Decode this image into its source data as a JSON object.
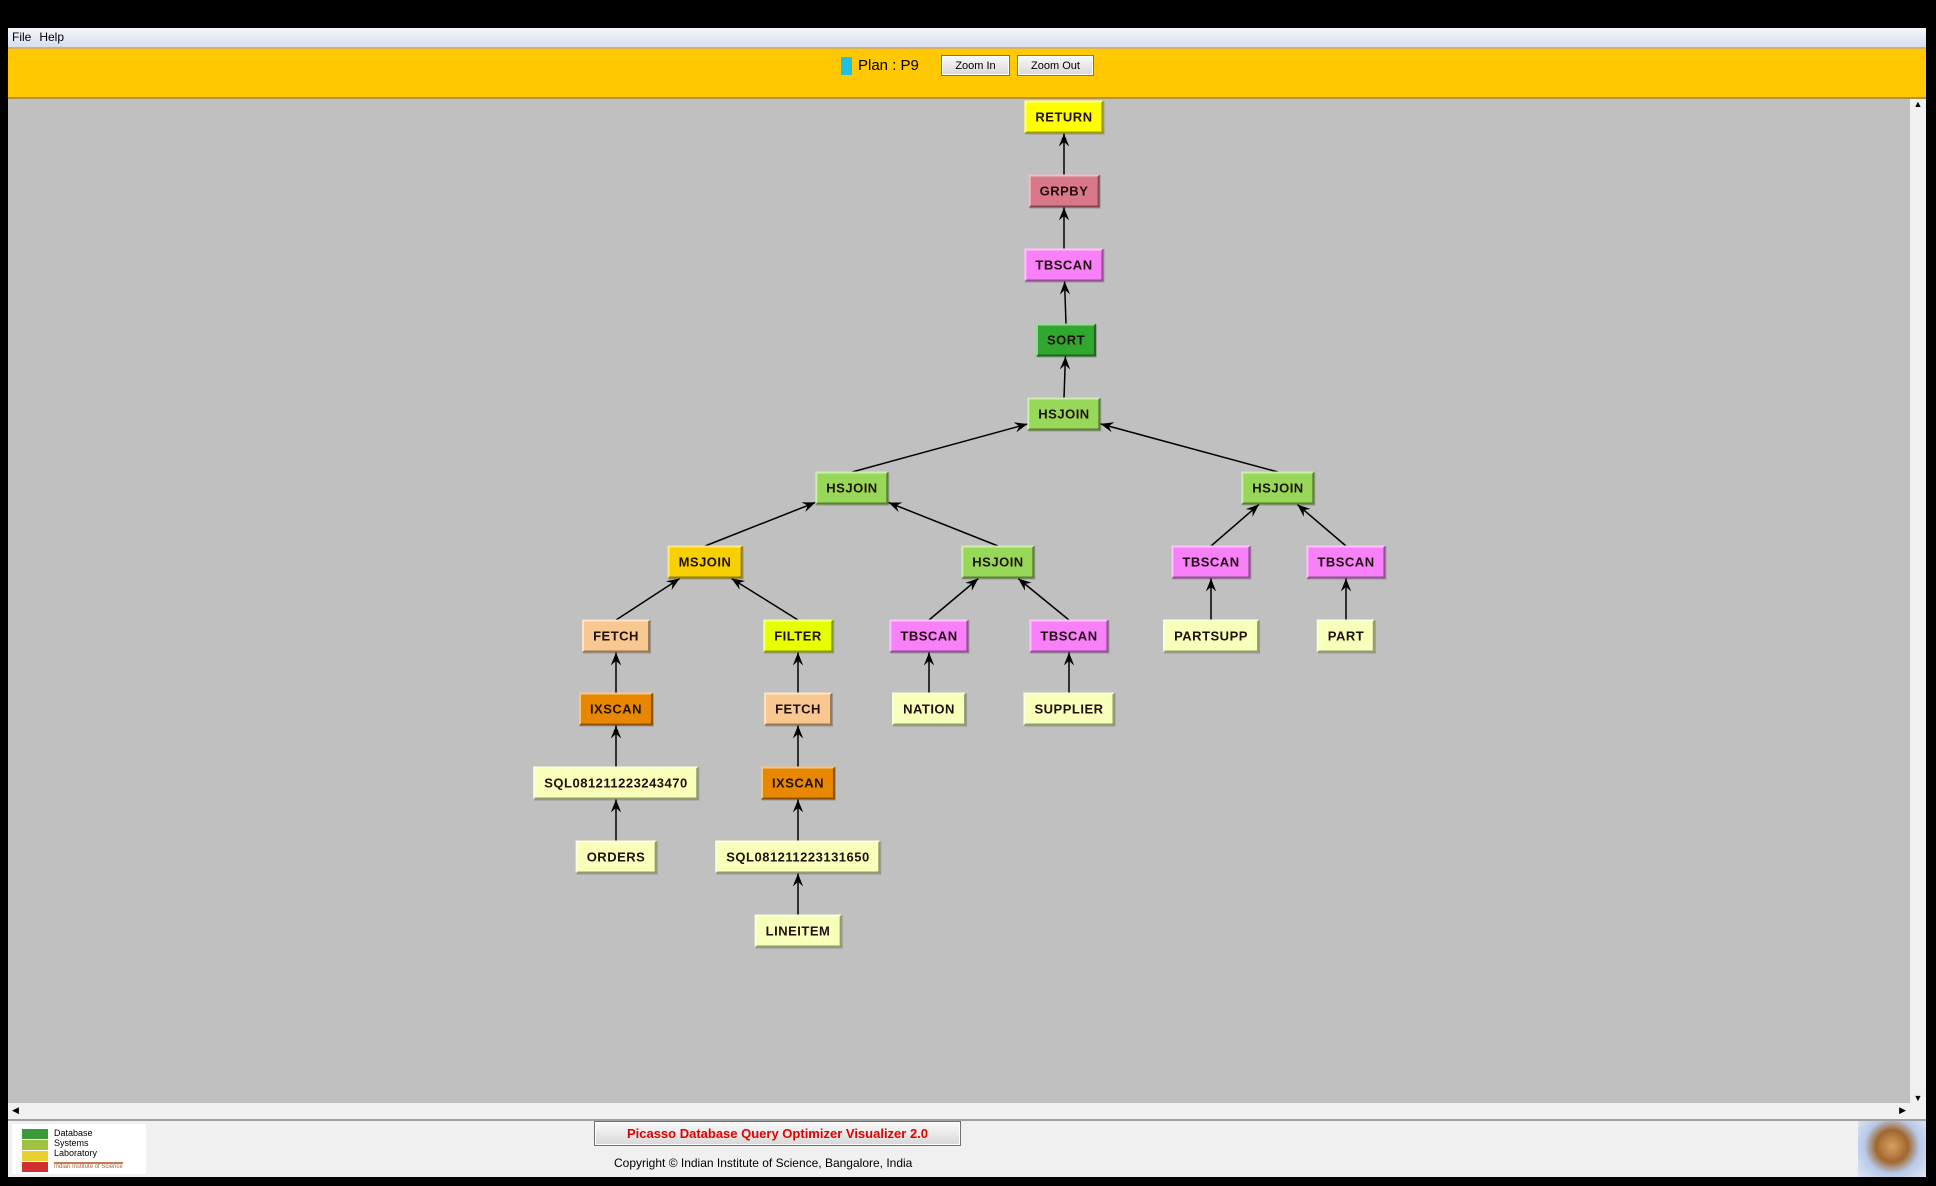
{
  "menu": [
    "File",
    "Help"
  ],
  "toolbar": {
    "plan_label": "Plan : P9",
    "zoom_in": "Zoom In",
    "zoom_out": "Zoom Out",
    "plan_color": "#20c0e0"
  },
  "colors": {
    "RETURN": "#ffff00",
    "GRPBY": "#d87888",
    "TBSCAN": "#f880f8",
    "SORT": "#30a830",
    "HSJOIN": "#98d858",
    "MSJOIN": "#f8d000",
    "FETCH": "#f8c890",
    "FILTER": "#e8ff00",
    "IXSCAN": "#e88800",
    "LEAF": "#f8ffb8"
  },
  "nodes": [
    {
      "label": "RETURN",
      "type": "RETURN",
      "parent": null
    },
    {
      "label": "GRPBY",
      "type": "GRPBY",
      "parent": 0
    },
    {
      "label": "TBSCAN",
      "type": "TBSCAN",
      "parent": 1
    },
    {
      "label": "SORT",
      "type": "SORT",
      "parent": 2
    },
    {
      "label": "HSJOIN",
      "type": "HSJOIN",
      "parent": 3
    },
    {
      "label": "HSJOIN",
      "type": "HSJOIN",
      "parent": 4
    },
    {
      "label": "HSJOIN",
      "type": "HSJOIN",
      "parent": 4
    },
    {
      "label": "MSJOIN",
      "type": "MSJOIN",
      "parent": 5
    },
    {
      "label": "HSJOIN",
      "type": "HSJOIN",
      "parent": 5
    },
    {
      "label": "TBSCAN",
      "type": "TBSCAN",
      "parent": 6
    },
    {
      "label": "TBSCAN",
      "type": "TBSCAN",
      "parent": 6
    },
    {
      "label": "FETCH",
      "type": "FETCH",
      "parent": 7
    },
    {
      "label": "FILTER",
      "type": "FILTER",
      "parent": 7
    },
    {
      "label": "TBSCAN",
      "type": "TBSCAN",
      "parent": 8
    },
    {
      "label": "TBSCAN",
      "type": "TBSCAN",
      "parent": 8
    },
    {
      "label": "PARTSUPP",
      "type": "LEAF",
      "parent": 9
    },
    {
      "label": "PART",
      "type": "LEAF",
      "parent": 10
    },
    {
      "label": "IXSCAN",
      "type": "IXSCAN",
      "parent": 11
    },
    {
      "label": "FETCH",
      "type": "FETCH",
      "parent": 12
    },
    {
      "label": "NATION",
      "type": "LEAF",
      "parent": 13
    },
    {
      "label": "SUPPLIER",
      "type": "LEAF",
      "parent": 14
    },
    {
      "label": "SQL081211223243470",
      "type": "LEAF",
      "parent": 17
    },
    {
      "label": "IXSCAN",
      "type": "IXSCAN",
      "parent": 18
    },
    {
      "label": "ORDERS",
      "type": "LEAF",
      "parent": 21
    },
    {
      "label": "SQL081211223131650",
      "type": "LEAF",
      "parent": 22
    },
    {
      "label": "LINEITEM",
      "type": "LEAF",
      "parent": 24
    }
  ],
  "footer": {
    "title": "Picasso Database Query Optimizer Visualizer 2.0",
    "copyright": "Copyright © Indian Institute of Science, Bangalore, India",
    "logo_text": [
      "Database",
      "Systems",
      "Laboratory",
      "Indian Institute of Science"
    ]
  }
}
